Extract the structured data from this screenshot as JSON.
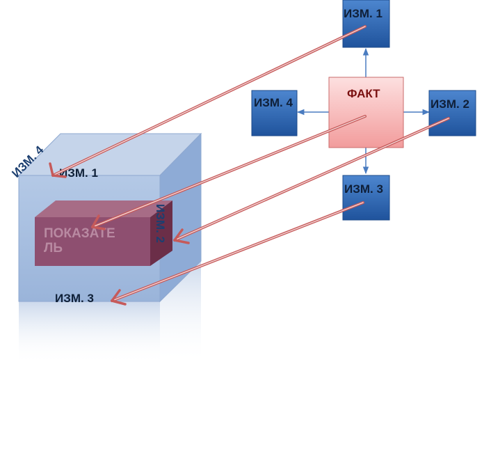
{
  "star_schema": {
    "fact": {
      "label": "ФАКТ"
    },
    "dimensions": [
      {
        "id": "dim1",
        "label": "ИЗМ. 1"
      },
      {
        "id": "dim2",
        "label": "ИЗМ. 2"
      },
      {
        "id": "dim3",
        "label": "ИЗМ. 3"
      },
      {
        "id": "dim4",
        "label": "ИЗМ. 4"
      }
    ]
  },
  "cube": {
    "face_labels": {
      "dim1": "ИЗМ. 1",
      "dim2": "ИЗМ. 2",
      "dim3": "ИЗМ. 3",
      "dim4": "ИЗМ. 4"
    },
    "measure_label_line1": "ПОКАЗАТЕ",
    "measure_label_line2": "ЛЬ"
  },
  "colors": {
    "dimension_box": "#2e66b0",
    "fact_box": "#f7b7b7",
    "fact_text": "#7a1010",
    "cube_face": "#9db8dc",
    "measure_box": "#8a3a5a",
    "arrow_red": "#c85a5a",
    "connector_blue": "#4a7cc0",
    "label_dark": "#102a4a"
  }
}
